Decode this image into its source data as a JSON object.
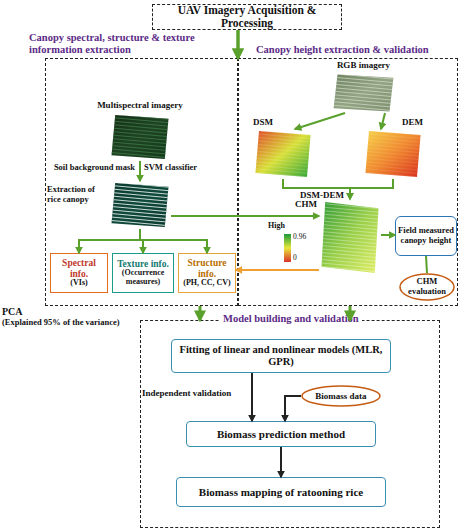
{
  "diagram": {
    "nodes": [
      {
        "text": [
          "UAV Imagery Acquisition & Processing"
        ]
      },
      {
        "text": [
          "Canopy spectral, structure & texture information extraction"
        ]
      },
      {
        "text": [
          "Canopy height extraction & validation"
        ]
      },
      {
        "text": [
          "Multispectral imagery"
        ],
        "in": 1
      },
      {
        "text": [
          "Extraction of rice canopy"
        ],
        "in": 1
      },
      {
        "text": [
          "RGB imagery"
        ],
        "in": 2
      },
      {
        "text": [
          "DSM"
        ],
        "in": 2
      },
      {
        "text": [
          "DEM"
        ],
        "in": 2
      },
      {
        "text": [
          "CHM"
        ],
        "in": 2
      },
      {
        "text": [
          "Field measured canopy height"
        ],
        "in": 2
      },
      {
        "text": [
          "CHM evaluation"
        ],
        "in": 2
      },
      {
        "text": [
          "Spectral info.",
          "(VIs)"
        ],
        "in": 1
      },
      {
        "text": [
          "Texture info.",
          "(Occurrence measures)"
        ],
        "in": 1
      },
      {
        "text": [
          "Structure info.",
          "(PH, CC, CV)"
        ],
        "in": 1
      },
      {
        "text": [
          "Model building and validation"
        ]
      },
      {
        "text": [
          "Fitting of linear and nonlinear models (MLR, GPR)"
        ],
        "in": 14
      },
      {
        "text": [
          "Biomass data"
        ],
        "in": 14
      },
      {
        "text": [
          "Biomass prediction method"
        ],
        "in": 14
      },
      {
        "text": [
          "Biomass mapping of ratooning rice"
        ],
        "in": 14
      }
    ],
    "edges": [
      {
        "from": 0,
        "to": 1,
        "arrow": "to"
      },
      {
        "from": 0,
        "to": 2,
        "arrow": "to"
      },
      {
        "from": 3,
        "to": 4,
        "arrow": "to"
      },
      {
        "from": 4,
        "to": 11,
        "arrow": "to"
      },
      {
        "from": 4,
        "to": 12,
        "arrow": "to"
      },
      {
        "from": 4,
        "to": 13,
        "arrow": "to"
      },
      {
        "from": 4,
        "to": 8,
        "arrow": "to"
      },
      {
        "from": 5,
        "to": 6,
        "arrow": "to"
      },
      {
        "from": 5,
        "to": 7,
        "arrow": "to"
      },
      {
        "from": 6,
        "to": 8,
        "label": "DSM-DEM",
        "arrow": "to"
      },
      {
        "from": 7,
        "to": 8,
        "arrow": "to"
      },
      {
        "from": 8,
        "to": 13,
        "arrow": "to"
      },
      {
        "from": 8,
        "to": 9,
        "arrow": "to"
      },
      {
        "from": 9,
        "to": 10,
        "arrow": "none"
      },
      {
        "from": 1,
        "to": 14,
        "arrow": "to"
      },
      {
        "from": 2,
        "to": 14,
        "arrow": "to"
      },
      {
        "from": 15,
        "to": 17,
        "label": "Independent validation",
        "arrow": "to"
      },
      {
        "from": 16,
        "to": 17,
        "arrow": "to"
      },
      {
        "from": 17,
        "to": 18,
        "arrow": "to"
      }
    ],
    "labels": [
      "Soil background mask",
      "SVM classifier",
      "High",
      "0.96",
      "0",
      "PCA",
      "(Explained 95% of the variance)"
    ]
  }
}
